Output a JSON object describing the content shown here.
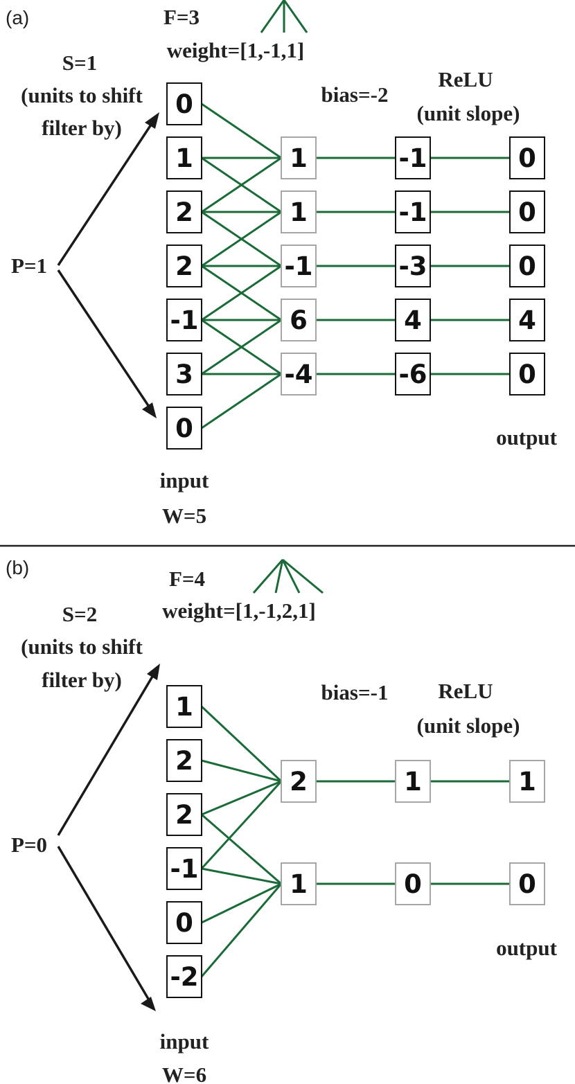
{
  "colors": {
    "wire": "#1a6b37",
    "box_border_dark": "#111111",
    "box_border_light": "#a6a6a6",
    "arrow": "#1a1a1a",
    "text": "#222222"
  },
  "panels": [
    {
      "id": "a",
      "panel_label": "(a)",
      "filter_size": "F=3",
      "weight": "weight=[1,-1,1]",
      "stride_label": "S=1",
      "stride_desc_1": "(units to shift",
      "stride_desc_2": "filter by)",
      "padding": "P=1",
      "bias": "bias=-2",
      "relu": "ReLU",
      "relu_desc": "(unit slope)",
      "input_label": "input",
      "width_label": "W=5",
      "output_label": "output",
      "input_values": [
        "0",
        "1",
        "2",
        "2",
        "-1",
        "3",
        "0"
      ],
      "conv_values": [
        "1",
        "1",
        "-1",
        "6",
        "-4"
      ],
      "bias_values": [
        "-1",
        "-1",
        "-3",
        "4",
        "-6"
      ],
      "output_values": [
        "0",
        "0",
        "0",
        "4",
        "0"
      ]
    },
    {
      "id": "b",
      "panel_label": "(b)",
      "filter_size": "F=4",
      "weight": "weight=[1,-1,2,1]",
      "stride_label": "S=2",
      "stride_desc_1": "(units to shift",
      "stride_desc_2": "filter by)",
      "padding": "P=0",
      "bias": "bias=-1",
      "relu": "ReLU",
      "relu_desc": "(unit slope)",
      "input_label": "input",
      "width_label": "W=6",
      "output_label": "output",
      "input_values": [
        "1",
        "2",
        "2",
        "-1",
        "0",
        "-2"
      ],
      "conv_values": [
        "2",
        "1"
      ],
      "bias_values": [
        "1",
        "0"
      ],
      "output_values": [
        "1",
        "0"
      ]
    }
  ]
}
